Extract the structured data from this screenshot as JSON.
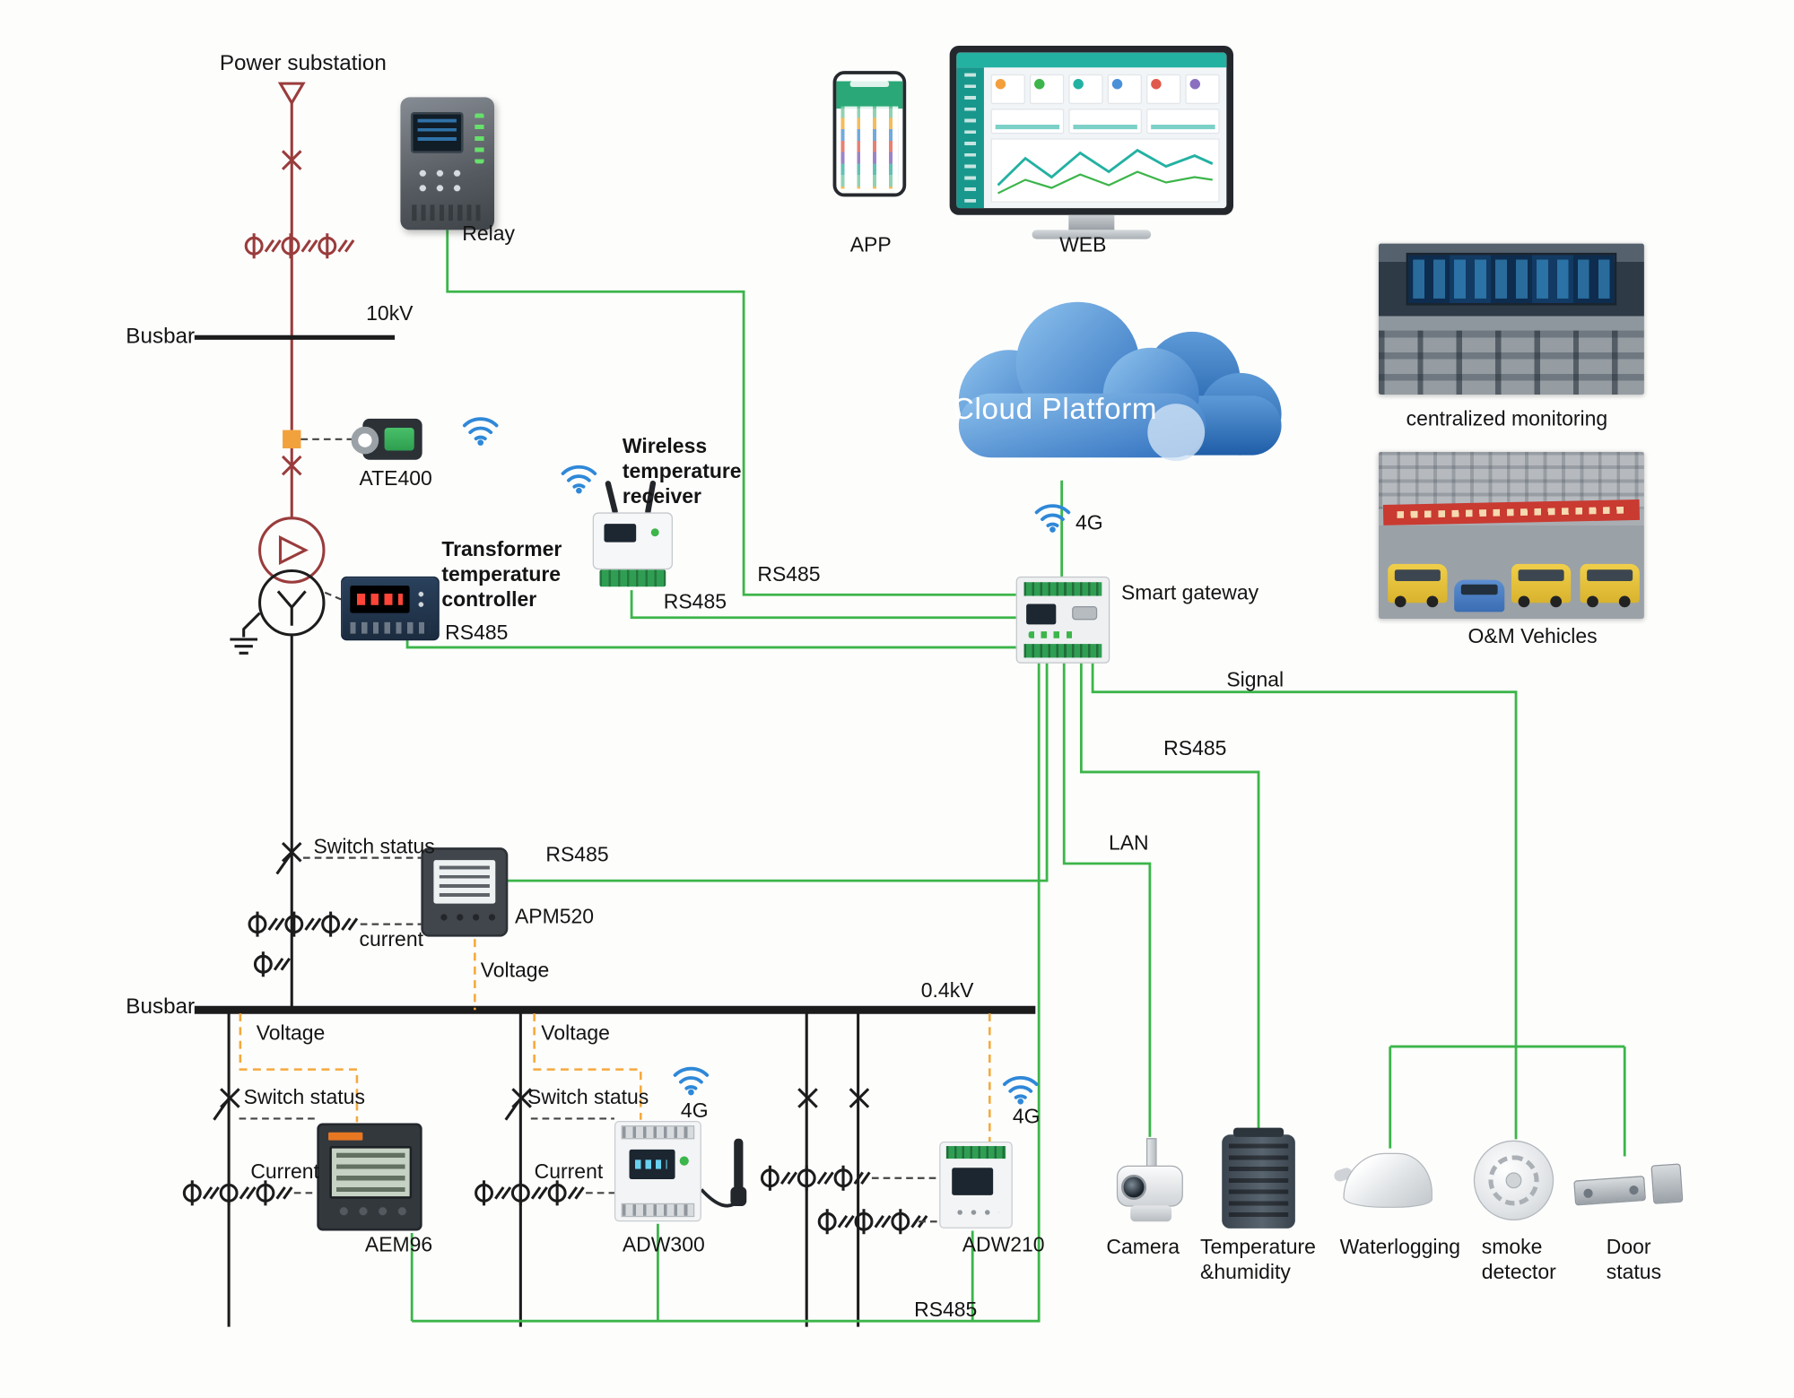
{
  "colors": {
    "comm_line": "#3cb54a",
    "hv_line": "#9a3c3c",
    "lv_line": "#1c1c1c",
    "voltage_link": "#f5a93c",
    "cloud_blue": "#2f6fbe",
    "wifi_blue": "#2f88d8",
    "accent_teal": "#23b1a2"
  },
  "labels": {
    "power_substation": "Power substation",
    "relay": "Relay",
    "app": "APP",
    "web": "WEB",
    "busbar_top": "Busbar",
    "kv10": "10kV",
    "ate400": "ATE400",
    "wireless_receiver": "Wireless temperature receiver",
    "transformer_controller": "Transformer temperature controller",
    "rs485_controller": "RS485",
    "rs485_receiver": "RS485",
    "rs485_relay": "RS485",
    "cloud_platform": "Cloud Platform",
    "g4_cloud": "4G",
    "smart_gateway": "Smart gateway",
    "centralized_monitoring": "centralized monitoring",
    "om_vehicles": "O&M Vehicles",
    "signal": "Signal",
    "rs485_th": "RS485",
    "lan": "LAN",
    "switch_status_mid": "Switch status",
    "rs485_apm": "RS485",
    "apm520": "APM520",
    "current_mid": "current",
    "voltage_apm": "Voltage",
    "busbar_bottom": "Busbar",
    "kv04": "0.4kV",
    "voltage_f1": "Voltage",
    "voltage_f2": "Voltage",
    "switch_status_f1": "Switch status",
    "switch_status_f2": "Switch status",
    "current_f1": "Current",
    "current_f2": "Current",
    "g4_adw300": "4G",
    "g4_adw210": "4G",
    "aem96": "AEM96",
    "adw300": "ADW300",
    "adw210": "ADW210",
    "camera": "Camera",
    "temp_humidity": "Temperature &humidity",
    "waterlogging": "Waterlogging",
    "smoke_detector": "smoke detector",
    "door_status": "Door status",
    "rs485_bottom": "RS485"
  }
}
